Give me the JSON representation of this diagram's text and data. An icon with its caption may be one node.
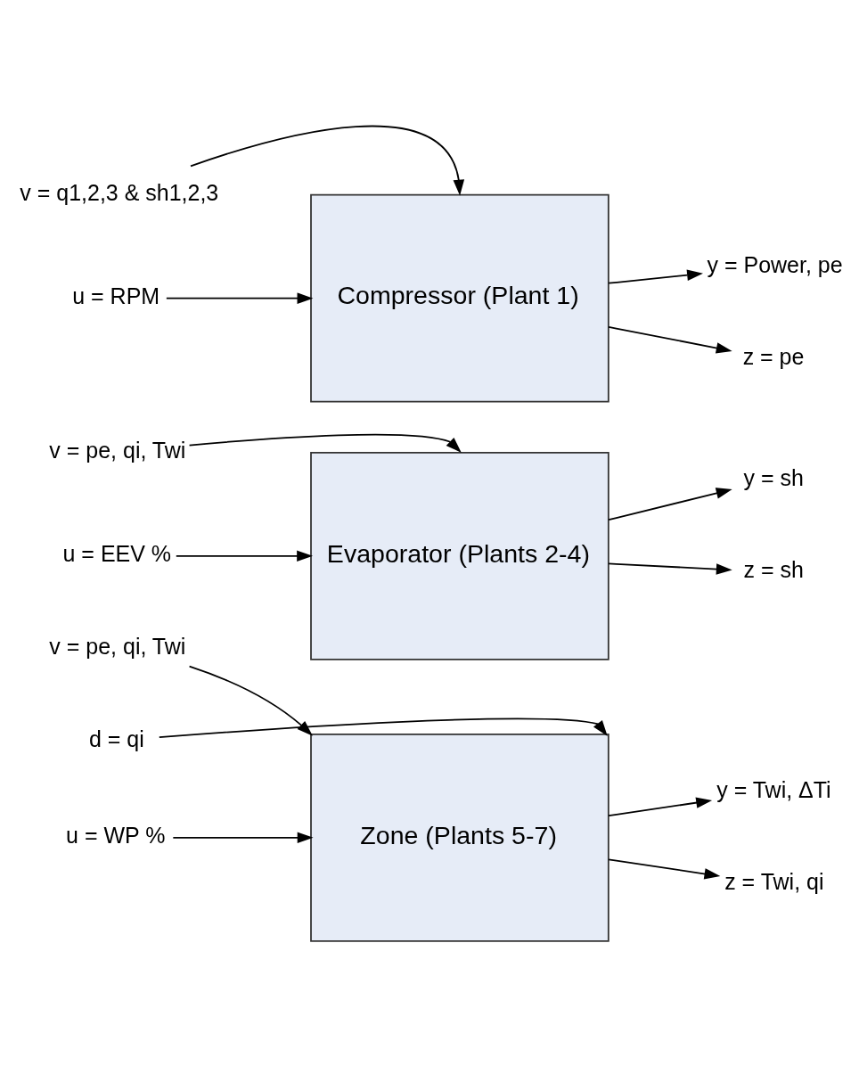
{
  "diagram": {
    "nodes": [
      {
        "text": [
          "Compressor (Plant 1)"
        ]
      },
      {
        "text": [
          "v = q1,2,3 & sh1,2,3"
        ]
      },
      {
        "text": [
          "u = RPM"
        ]
      },
      {
        "text": [
          "y = Power, pe"
        ]
      },
      {
        "text": [
          "z = pe"
        ]
      },
      {
        "text": [
          "Evaporator (Plants 2-4)"
        ]
      },
      {
        "text": [
          "v = pe, qi, Twi"
        ]
      },
      {
        "text": [
          "u = EEV %"
        ]
      },
      {
        "text": [
          "y = sh"
        ]
      },
      {
        "text": [
          "z = sh"
        ]
      },
      {
        "text": [
          "Zone (Plants 5-7)"
        ]
      },
      {
        "text": [
          "v = pe, qi, Twi"
        ]
      },
      {
        "text": [
          "d = qi"
        ]
      },
      {
        "text": [
          "u = WP %"
        ]
      },
      {
        "text": [
          "y = Twi, ΔTi"
        ]
      },
      {
        "text": [
          "z = Twi, qi"
        ]
      }
    ],
    "edges": [
      {
        "from": 1,
        "to": 0,
        "arrow": "to"
      },
      {
        "from": 2,
        "to": 0,
        "arrow": "to"
      },
      {
        "from": 0,
        "to": 3,
        "arrow": "to"
      },
      {
        "from": 0,
        "to": 4,
        "arrow": "to"
      },
      {
        "from": 6,
        "to": 5,
        "arrow": "to"
      },
      {
        "from": 7,
        "to": 5,
        "arrow": "to"
      },
      {
        "from": 5,
        "to": 8,
        "arrow": "to"
      },
      {
        "from": 5,
        "to": 9,
        "arrow": "to"
      },
      {
        "from": 11,
        "to": 10,
        "arrow": "to"
      },
      {
        "from": 12,
        "to": 10,
        "arrow": "to"
      },
      {
        "from": 13,
        "to": 10,
        "arrow": "to"
      },
      {
        "from": 10,
        "to": 14,
        "arrow": "to"
      },
      {
        "from": 10,
        "to": 15,
        "arrow": "to"
      }
    ]
  }
}
